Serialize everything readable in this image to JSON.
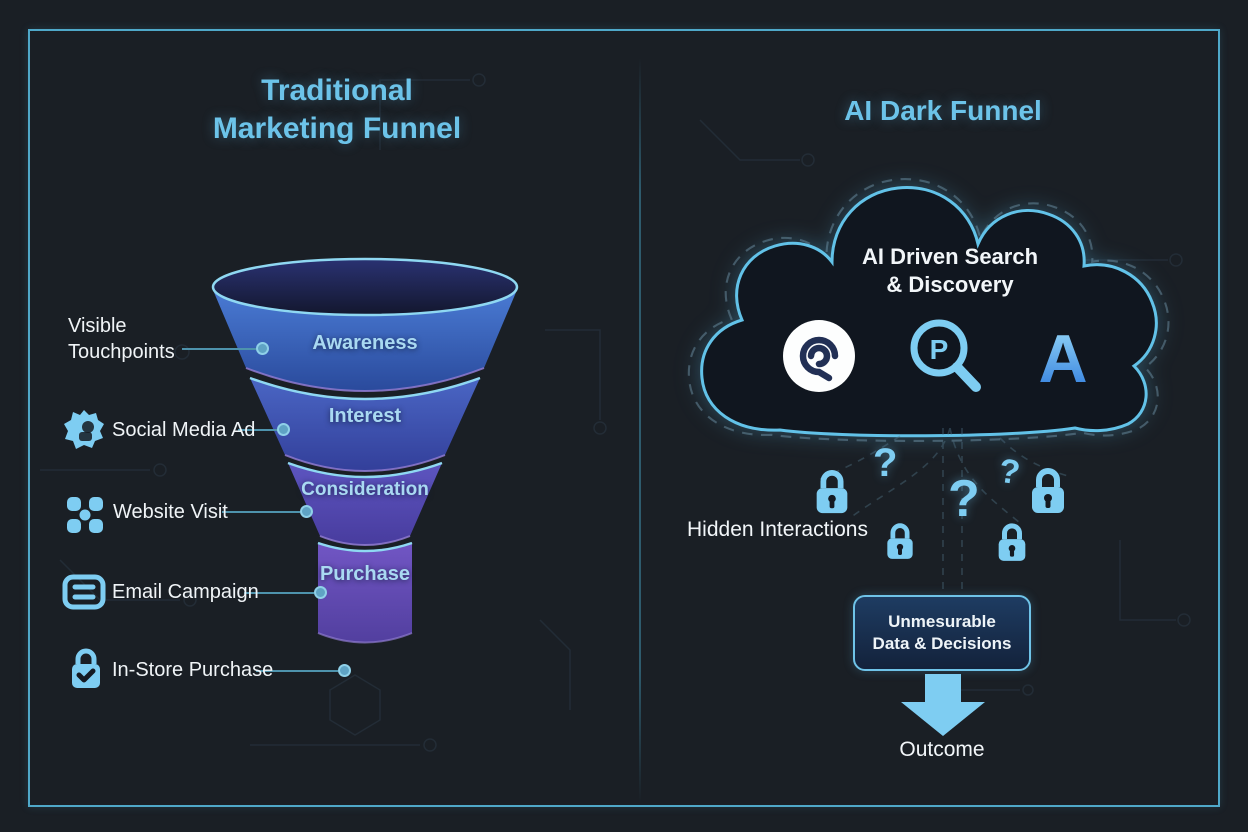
{
  "colors": {
    "accent_cyan": "#6cc3e9",
    "icon_blue": "#7ecdf2",
    "frame_border": "#4fa8c9",
    "funnel_blue_top": "#4a7bd4",
    "funnel_purple_bottom": "#6f55c0"
  },
  "left": {
    "title_line1": "Traditional",
    "title_line2": "Marketing Funnel",
    "stages": [
      {
        "label": "Awareness"
      },
      {
        "label": "Interest"
      },
      {
        "label": "Consideration"
      },
      {
        "label": "Purchase"
      }
    ],
    "touchpoints": [
      {
        "line1": "Visible",
        "line2": "Touchpoints"
      },
      {
        "label": "Social Media Ad",
        "icon": "social-media-icon"
      },
      {
        "label": "Website Visit",
        "icon": "website-grid-icon"
      },
      {
        "label": "Email Campaign",
        "icon": "email-list-icon"
      },
      {
        "label": "In-Store Purchase",
        "icon": "lock-check-icon"
      }
    ]
  },
  "right": {
    "title": "AI Dark Funnel",
    "cloud": {
      "line1": "AI Driven Search",
      "line2": "& Discovery",
      "icons": [
        "ai-chat-icon",
        "search-p-icon",
        "letter-a-icon"
      ],
      "search_letter": "P",
      "letter_a": "A"
    },
    "question_mark": "?",
    "hidden_label": "Hidden Interactions",
    "box": {
      "line1": "Unmesurable",
      "line2": "Data & Decisions"
    },
    "outcome_label": "Outcome"
  }
}
